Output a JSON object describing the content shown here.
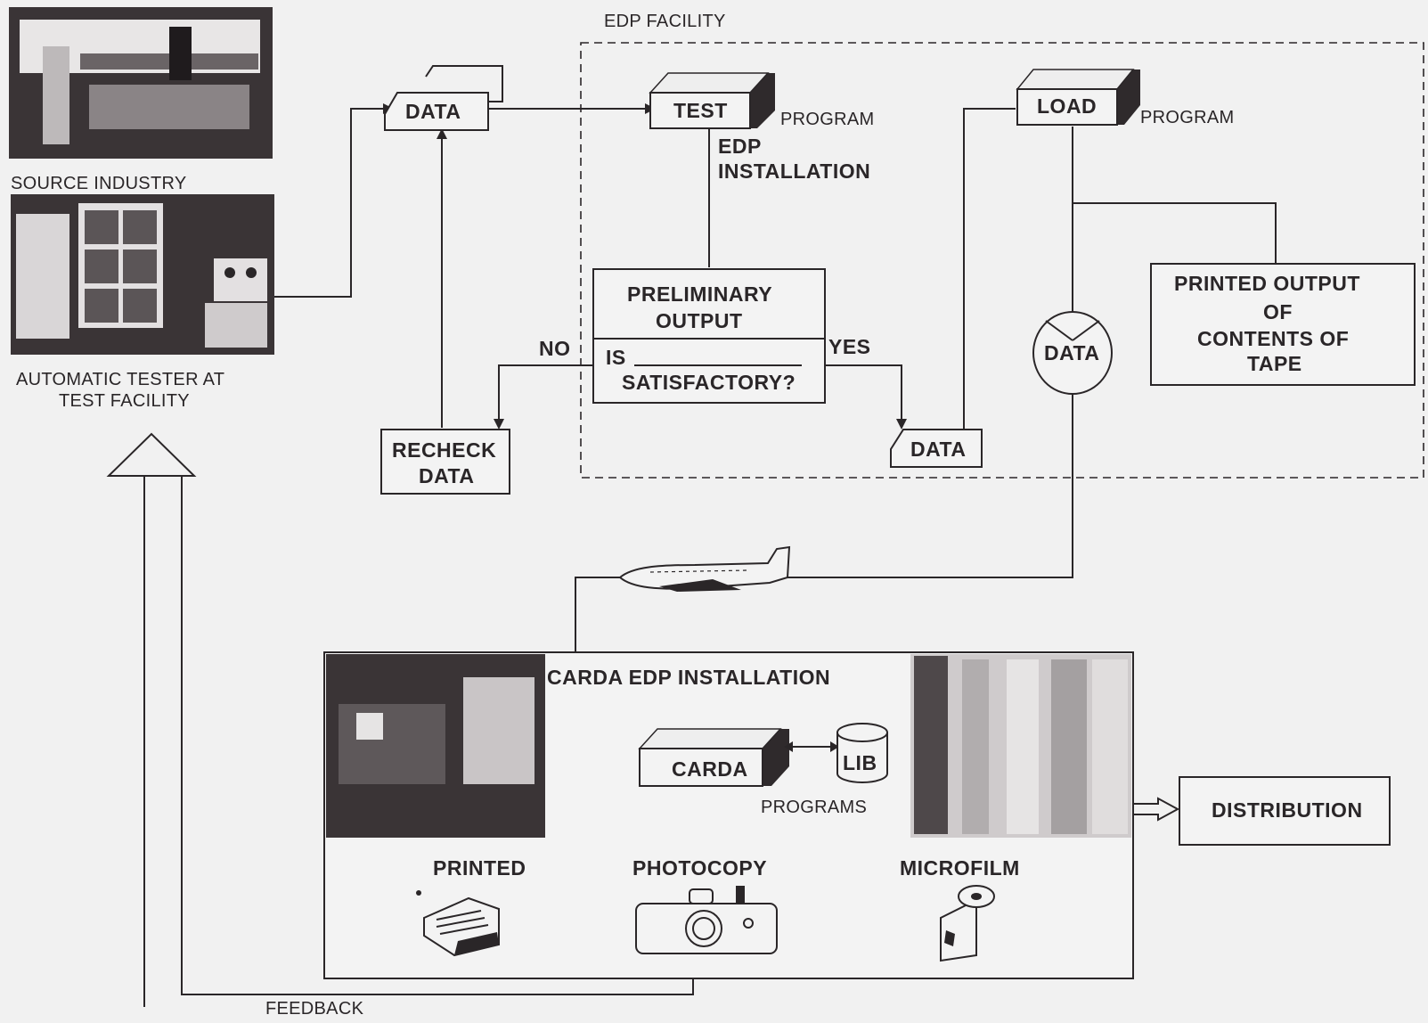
{
  "facility": {
    "title": "EDP FACILITY",
    "installation_label_1": "EDP",
    "installation_label_2": "INSTALLATION"
  },
  "source": {
    "source_industry": "SOURCE INDUSTRY",
    "tester_line1": "AUTOMATIC TESTER AT",
    "tester_line2": "TEST FACILITY"
  },
  "nodes": {
    "data_top": "DATA",
    "test": "TEST",
    "test_program": "PROGRAM",
    "load": "LOAD",
    "load_program": "PROGRAM",
    "prelim_line1": "PRELIMINARY",
    "prelim_line2": "OUTPUT",
    "decision_line1": "IS",
    "decision_line2": "SATISFACTORY?",
    "no": "NO",
    "yes": "YES",
    "recheck_line1": "RECHECK",
    "recheck_line2": "DATA",
    "data_lower": "DATA",
    "data_tape": "DATA",
    "printed_out_1": "PRINTED OUTPUT",
    "printed_out_2": "OF",
    "printed_out_3": "CONTENTS OF",
    "printed_out_4": "TAPE"
  },
  "carda": {
    "title": "CARDA EDP INSTALLATION",
    "carda": "CARDA",
    "lib": "LIB",
    "programs": "PROGRAMS",
    "printed": "PRINTED",
    "photocopy": "PHOTOCOPY",
    "microfilm": "MICROFILM",
    "distribution": "DISTRIBUTION",
    "feedback": "FEEDBACK"
  }
}
